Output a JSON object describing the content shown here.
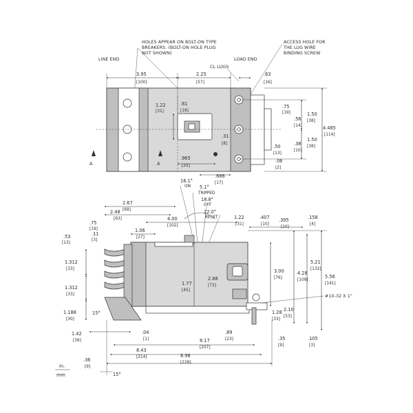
{
  "notes": {
    "holes_line1": "HOLES APPEAR ON BOLT-ON TYPE",
    "holes_line2": "BREAKERS. (BOLT-ON HOLE PLUG",
    "holes_line3": "NOT SHOWN)",
    "access_line1": "ACCESS HOLE FOR",
    "access_line2": "THE LUG WIRE",
    "access_line3": "BINDING SCREW",
    "line_end": "LINE END",
    "load_end": "LOAD END",
    "cl_lugs": "CL LUGS",
    "section_a": "A",
    "unit_in": "in.",
    "unit_mm": "mm",
    "thread": "#10-32 X 1\""
  },
  "dims_top": {
    "d395": {
      "in": "3.95",
      "mm": "[100]"
    },
    "d225": {
      "in": "2.25",
      "mm": "[57]"
    },
    "d063": {
      "in": ".63",
      "mm": "[16]"
    },
    "d122": {
      "in": "1.22",
      "mm": "[31]"
    },
    "d061": {
      "in": ".61",
      "mm": "[16]"
    },
    "d075": {
      "in": ".75",
      "mm": "[19]"
    },
    "d056": {
      "in": ".56",
      "mm": "[14]"
    },
    "d038": {
      "in": ".38",
      "mm": "[10]"
    },
    "d050": {
      "in": ".50",
      "mm": "[13]"
    },
    "d006": {
      "in": ".06",
      "mm": "[2]"
    },
    "d150a": {
      "in": "1.50",
      "mm": "[38]"
    },
    "d150b": {
      "in": "1.50",
      "mm": "[38]"
    },
    "d4485": {
      "in": "4.485",
      "mm": "[114]"
    },
    "d031": {
      "in": ".31",
      "mm": "[8]"
    },
    "d0965": {
      "in": ".965",
      "mm": "[25]"
    },
    "d0686": {
      "in": ".686",
      "mm": "[17]"
    }
  },
  "angles": {
    "a161": "16.1°",
    "on": "ON",
    "a51": "5.1°",
    "tripped": "TRIPPED",
    "a188": "18.8°",
    "off": "OFF",
    "a220": "22.0°",
    "reset": "RESET",
    "a15a": "15°",
    "a15b": "15°"
  },
  "dims_side": {
    "d267": {
      "in": "2.67",
      "mm": "[68]"
    },
    "d248": {
      "in": "2.48",
      "mm": "[63]"
    },
    "d075": {
      "in": ".75",
      "mm": "[19]"
    },
    "d011": {
      "in": ".11",
      "mm": "[3]"
    },
    "d053": {
      "in": ".53",
      "mm": "[13]"
    },
    "d106": {
      "in": "1.06",
      "mm": "[27]"
    },
    "d400": {
      "in": "4.00",
      "mm": "[102]"
    },
    "d122": {
      "in": "1.22",
      "mm": "[31]"
    },
    "d0407": {
      "in": ".407",
      "mm": "[10]"
    },
    "d0395": {
      "in": ".395",
      "mm": "[10]"
    },
    "d0158": {
      "in": ".158",
      "mm": "[4]"
    },
    "d1312a": {
      "in": "1.312",
      "mm": "[33]"
    },
    "d1312b": {
      "in": "1.312",
      "mm": "[33]"
    },
    "d1188": {
      "in": "1.188",
      "mm": "[30]"
    },
    "d142": {
      "in": "1.42",
      "mm": "[36]"
    },
    "d004": {
      "in": ".04",
      "mm": "[1]"
    },
    "d177": {
      "in": "1.77",
      "mm": "[45]"
    },
    "d288": {
      "in": "2.88",
      "mm": "[73]"
    },
    "d300": {
      "in": "3.00",
      "mm": "[76]"
    },
    "d428": {
      "in": "4.28",
      "mm": "[109]"
    },
    "d521": {
      "in": "5.21",
      "mm": "[132]"
    },
    "d556": {
      "in": "5.56",
      "mm": "[141]"
    },
    "d128": {
      "in": "1.28",
      "mm": "[33]"
    },
    "d210": {
      "in": "2.10",
      "mm": "[53]"
    },
    "d817": {
      "in": "8.17",
      "mm": "[207]"
    },
    "d089": {
      "in": ".89",
      "mm": "[23]"
    },
    "d035": {
      "in": ".35",
      "mm": "[9]"
    },
    "d0105": {
      "in": ".105",
      "mm": "[3]"
    },
    "d843": {
      "in": "8.43",
      "mm": "[214]"
    },
    "d896": {
      "in": "8.96",
      "mm": "[228]"
    },
    "d036": {
      "in": ".36",
      "mm": "[9]"
    }
  }
}
